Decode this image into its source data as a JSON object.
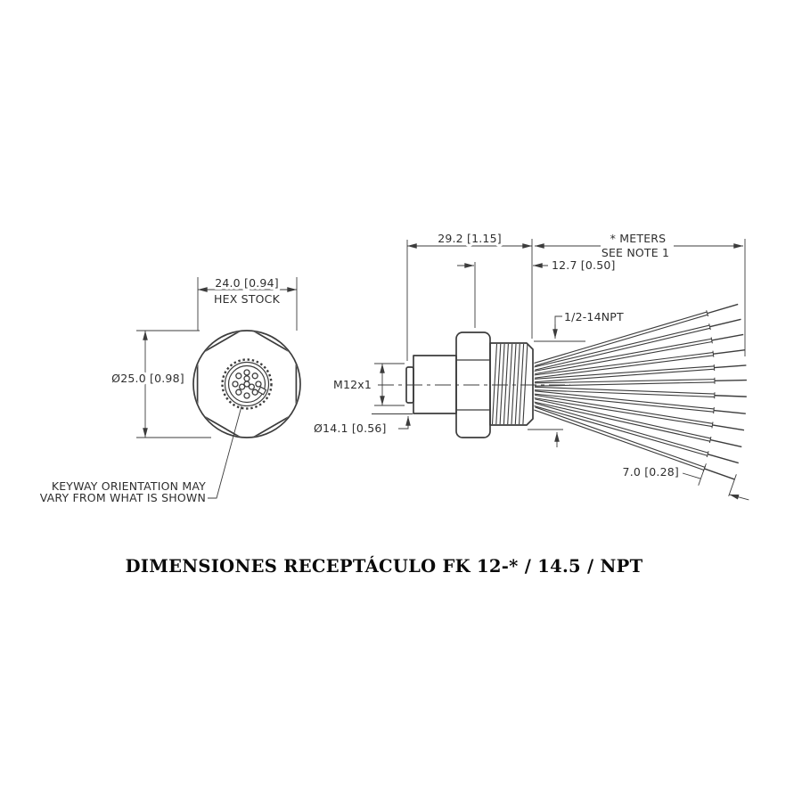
{
  "title": "DIMENSIONES RECEPTÁCULO FK 12-* / 14.5 / NPT",
  "front_view": {
    "hex_width_label": "24.0 [0.94]",
    "hex_stock_label": "HEX STOCK",
    "outer_diameter_label": "Ø25.0 [0.98]",
    "keyway_note_line1": "KEYWAY ORIENTATION MAY",
    "keyway_note_line2": "VARY FROM WHAT IS SHOWN",
    "pin_count": 12
  },
  "side_view": {
    "body_length_label": "29.2 [1.15]",
    "thread_length_label": "12.7 [0.50]",
    "cable_length_label_line1": "* METERS",
    "cable_length_label_line2": "SEE NOTE 1",
    "npt_thread_label": "1/2-14NPT",
    "coupling_thread_label": "M12x1",
    "flange_diameter_label": "Ø14.1 [0.56]",
    "wire_strip_label": "7.0 [0.28]",
    "wire_count": 12
  },
  "colors": {
    "line": "#3c3c3c",
    "text": "#2e2e2e",
    "title": "#0a0a0a",
    "background": "#ffffff"
  }
}
